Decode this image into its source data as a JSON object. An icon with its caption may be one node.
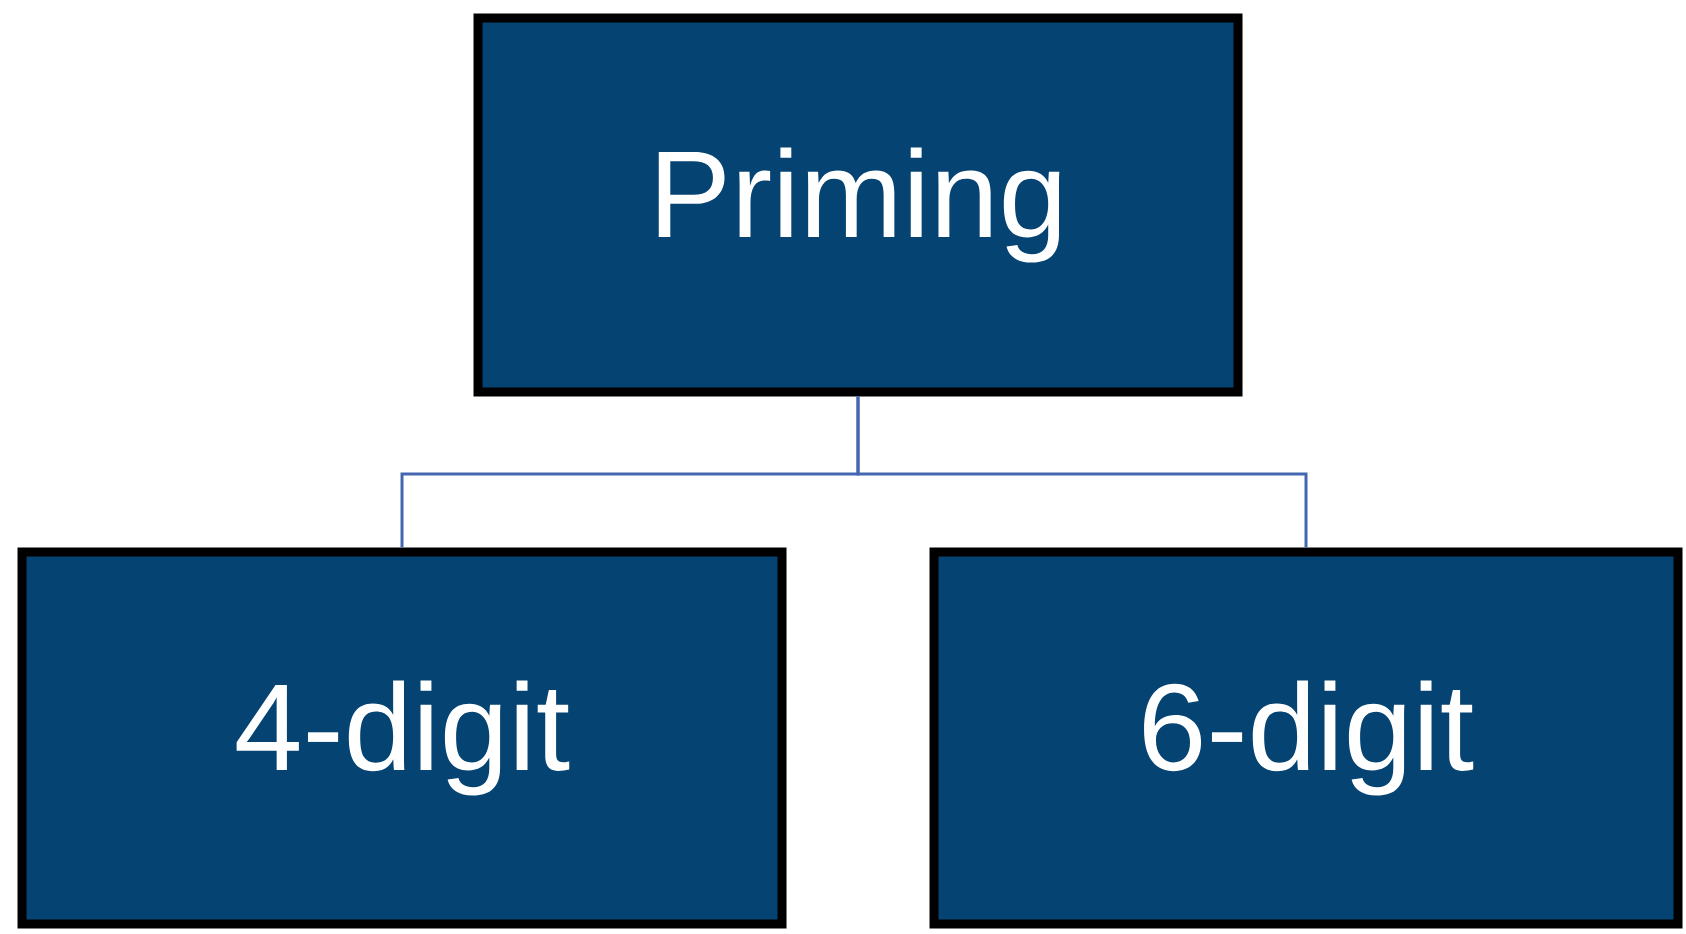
{
  "diagram": {
    "nodes": [
      {
        "text": [
          "Priming"
        ]
      },
      {
        "text": [
          "4-digit"
        ]
      },
      {
        "text": [
          "6-digit"
        ]
      }
    ],
    "edges": [
      {
        "from": 0,
        "to": 1,
        "arrow": "none"
      },
      {
        "from": 0,
        "to": 2,
        "arrow": "none"
      }
    ]
  }
}
